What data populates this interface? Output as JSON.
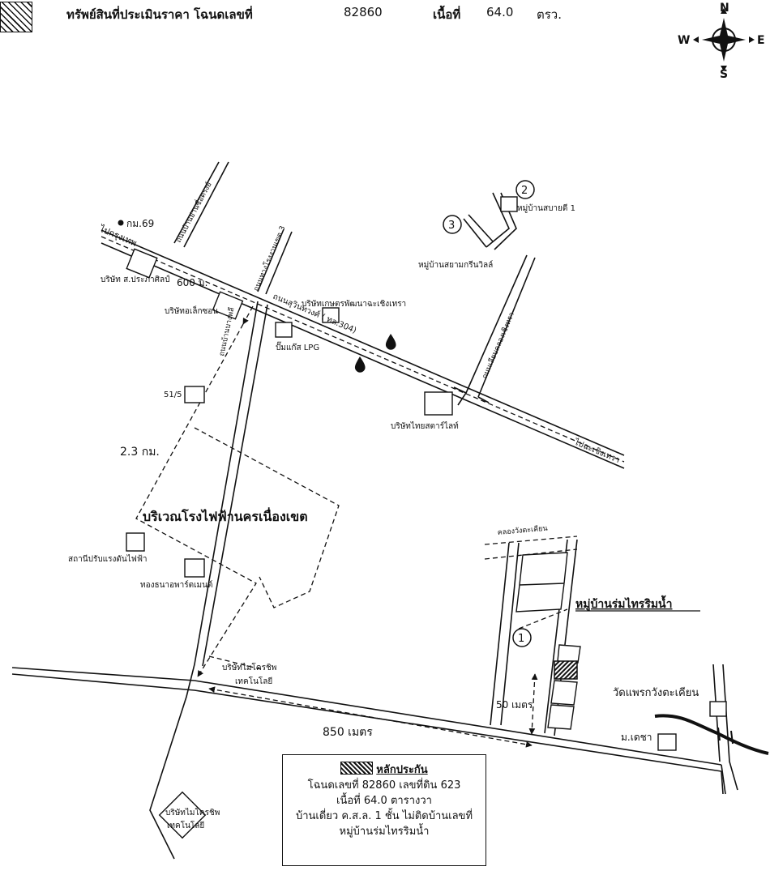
{
  "header": {
    "asset_label": "ทรัพย์สินที่ประเมินราคา โฉนดเลขที่",
    "deed_no": "82860",
    "area_label": "เนื้อที่",
    "area_value": "64.0",
    "area_unit": "ตรว."
  },
  "compass": {
    "n": "N",
    "s": "S",
    "e": "E",
    "w": "W"
  },
  "labels": {
    "km69": "กม.69",
    "to_bangkok": "ไปกรุงเทพ",
    "d600": "600 ม.",
    "d23": "2.3 กม.",
    "d850": "850 เมตร",
    "d50": "50 เมตร",
    "road_main": "ถนนสุวินทวงศ์ ( ทล.304)",
    "road_a": "ถนนบ้านย่านซื่อตรงย์",
    "road_b": "ถนนทางโรงงานเขต 3",
    "road_c": "ถนนบ้านบางพลี",
    "road_d": "ถนนเลียบคลองเชิงทรา",
    "to_chachoengsao": "ไปฉะเชิงเทรา",
    "co1": "บริษัท ส.ประภาศิลป์",
    "co2": "บริษัทเกษตรพัฒนาฉะเชิงเทรา",
    "co3": "บริษัทอเล็กซอน",
    "co4": "ปั๊มแก๊ส LPG",
    "co5": "51/5",
    "co6": "บริษัทไทยสตาร์ไลท์",
    "v2": "หมู่บ้านสบายดี 1",
    "v3": "หมู่บ้านสยามกรีนวิลล์",
    "plant": "บริเวณโรงไฟฟ้านครเนื่องเขต",
    "substation": "สถานีปรับแรงดันไฟฟ้า",
    "apartment": "ทองธนาอพาร์ตเมนต์",
    "micro1a": "บริษัทไมโครชิพ",
    "micro1b": "เทคโนโลยี",
    "micro2a": "บริษัทไมโครชิพ",
    "micro2b": "เทคโนโลยี",
    "canal": "คลองวังตะเคียน",
    "village": "หมู่บ้านร่มไทรริมน้ำ",
    "temple": "วัดแพรกวังตะเคียน",
    "school": "ม.เดชา",
    "n1": "1",
    "n2": "2",
    "n3": "3"
  },
  "legend": {
    "title": "หลักประกัน",
    "line1": "โฉนดเลขที่ 82860  เลขที่ดิน 623",
    "line2": "เนื้อที่ 64.0 ตารางวา",
    "line3": "บ้านเดี่ยว ค.ส.ล. 1 ชั้น ไม่ติดบ้านเลขที่",
    "line4": "หมู่บ้านร่มไทรริมน้ำ"
  }
}
